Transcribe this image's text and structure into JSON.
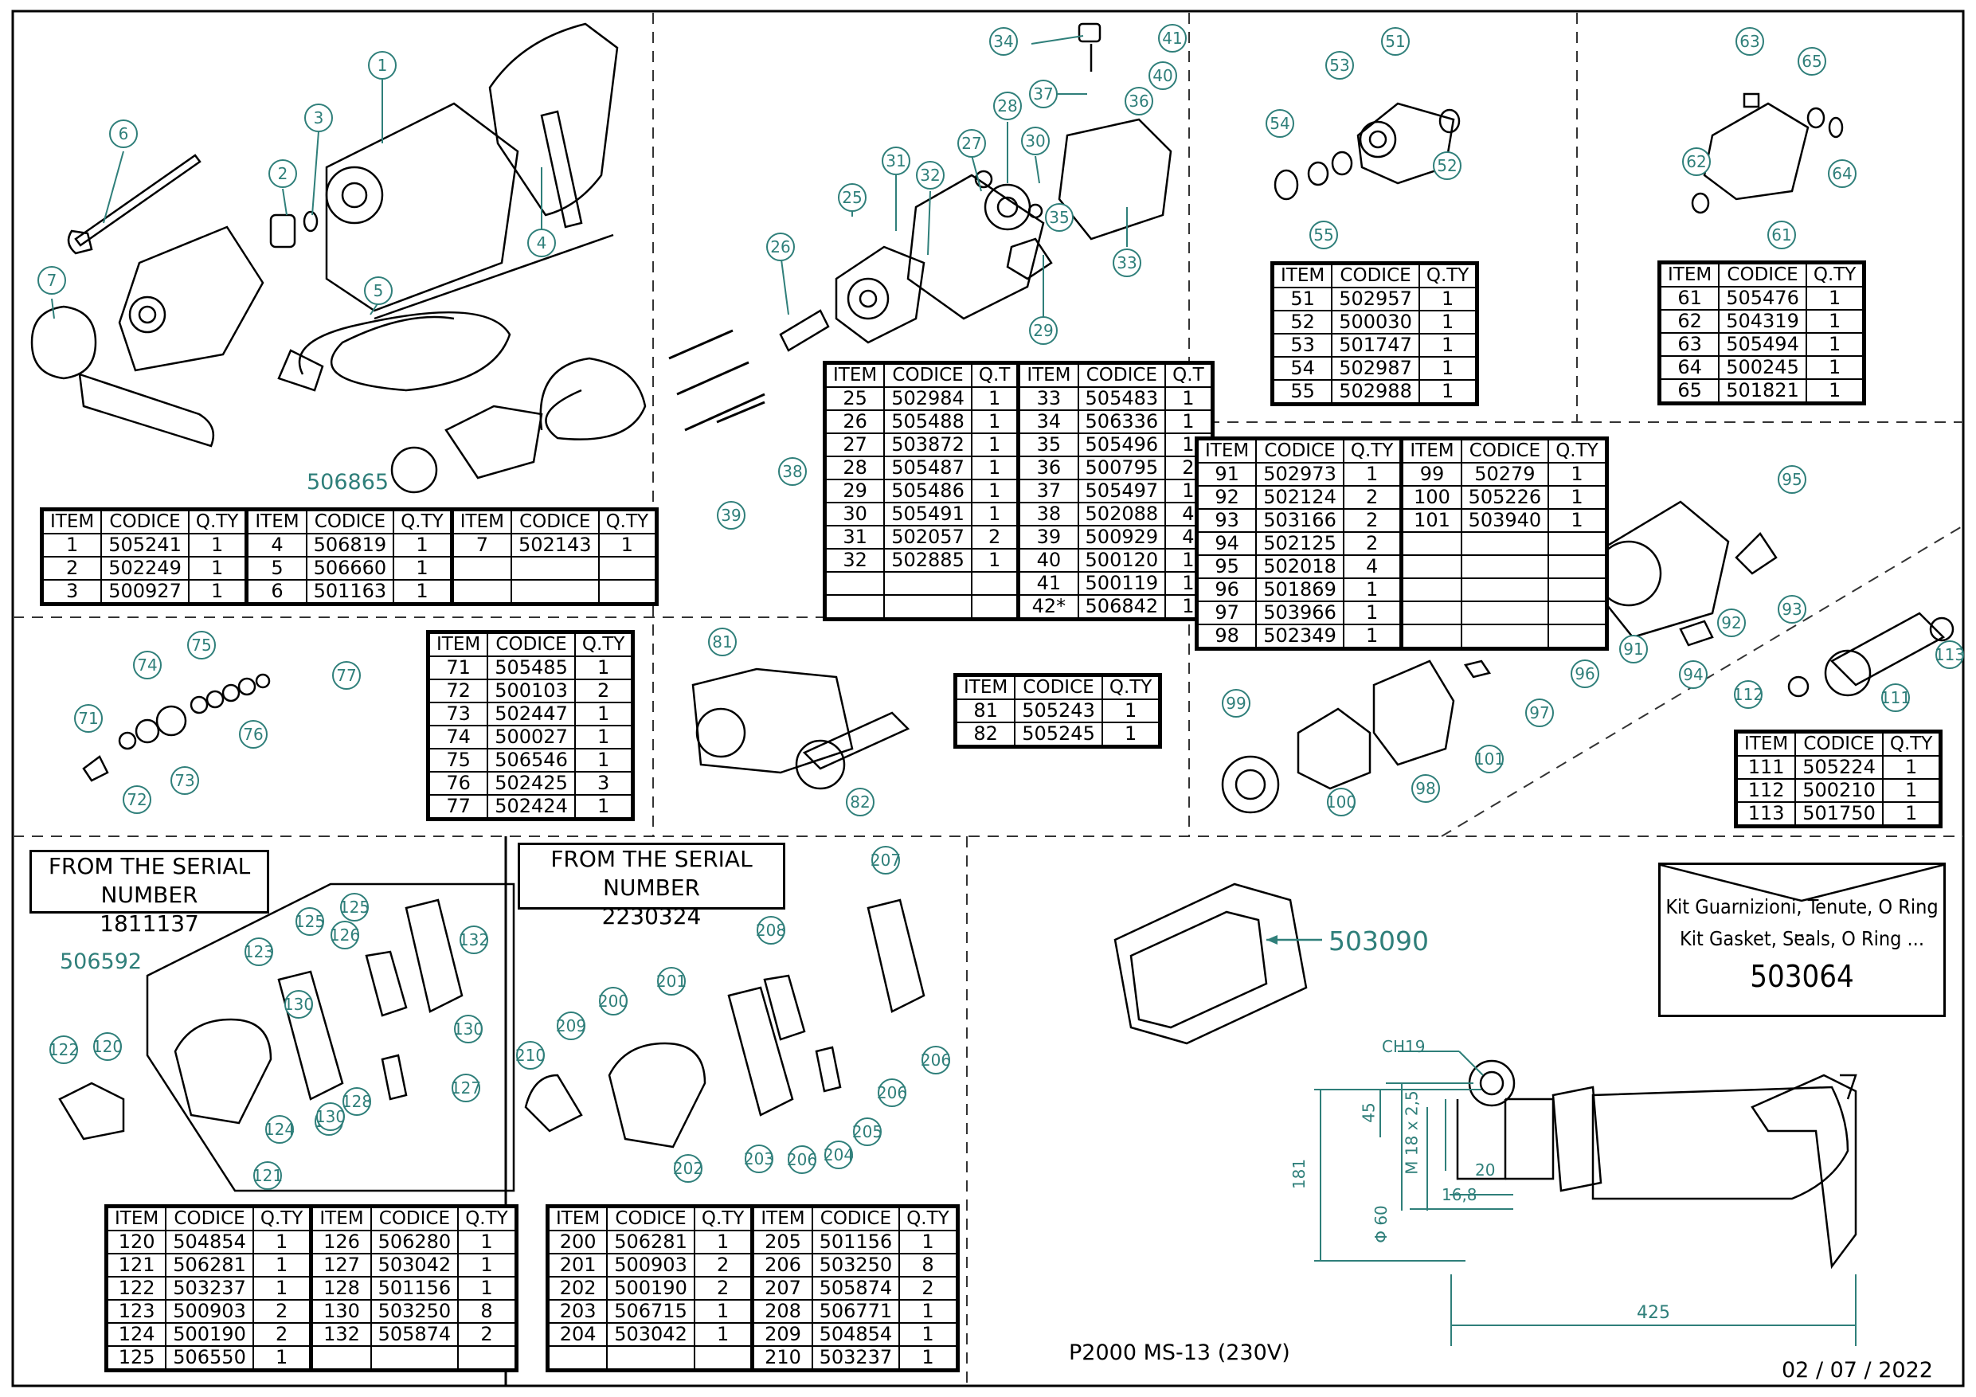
{
  "drawing": {
    "model": "P2000 MS-13 (230V)",
    "date": "02 / 07 / 2022",
    "serial_note_1": {
      "line1": "FROM THE SERIAL NUMBER",
      "line2": "1811137"
    },
    "serial_note_2": {
      "line1": "FROM THE SERIAL NUMBER",
      "line2": "2230324"
    },
    "kit": {
      "line1": "Kit Guarnizioni, Tenute, O Ring ...",
      "line2": "Kit Gasket, Seals, O Ring ...",
      "code": "503064"
    },
    "case_code": "503090",
    "cable_code": "506865",
    "handle_code": "506592",
    "dimensions": {
      "ch": "CH19",
      "h45": "45",
      "h181": "181",
      "m18": "M 18 x 2,5",
      "phi60": "Φ 60",
      "w16_8": "16,8",
      "w20": "20",
      "w425": "425"
    }
  },
  "headers": {
    "item": "ITEM",
    "code": "CODICE",
    "qty": "Q.TY",
    "qty_short": "Q.T"
  },
  "tables": {
    "t1": [
      [
        "1",
        "505241",
        "1",
        "4",
        "506819",
        "1",
        "7",
        "502143",
        "1"
      ],
      [
        "2",
        "502249",
        "1",
        "5",
        "506660",
        "1",
        "",
        "",
        ""
      ],
      [
        "3",
        "500927",
        "1",
        "6",
        "501163",
        "1",
        "",
        "",
        ""
      ]
    ],
    "t2": [
      [
        "25",
        "502984",
        "1",
        "33",
        "505483",
        "1"
      ],
      [
        "26",
        "505488",
        "1",
        "34",
        "506336",
        "1"
      ],
      [
        "27",
        "503872",
        "1",
        "35",
        "505496",
        "1"
      ],
      [
        "28",
        "505487",
        "1",
        "36",
        "500795",
        "2"
      ],
      [
        "29",
        "505486",
        "1",
        "37",
        "505497",
        "1"
      ],
      [
        "30",
        "505491",
        "1",
        "38",
        "502088",
        "4"
      ],
      [
        "31",
        "502057",
        "2",
        "39",
        "500929",
        "4"
      ],
      [
        "32",
        "502885",
        "1",
        "40",
        "500120",
        "1"
      ],
      [
        "",
        "",
        "",
        "41",
        "500119",
        "1"
      ],
      [
        "",
        "",
        "",
        "42*",
        "506842",
        "1"
      ]
    ],
    "t3": [
      [
        "51",
        "502957",
        "1"
      ],
      [
        "52",
        "500030",
        "1"
      ],
      [
        "53",
        "501747",
        "1"
      ],
      [
        "54",
        "502987",
        "1"
      ],
      [
        "55",
        "502988",
        "1"
      ]
    ],
    "t4": [
      [
        "61",
        "505476",
        "1"
      ],
      [
        "62",
        "504319",
        "1"
      ],
      [
        "63",
        "505494",
        "1"
      ],
      [
        "64",
        "500245",
        "1"
      ],
      [
        "65",
        "501821",
        "1"
      ]
    ],
    "t5": [
      [
        "71",
        "505485",
        "1"
      ],
      [
        "72",
        "500103",
        "2"
      ],
      [
        "73",
        "502447",
        "1"
      ],
      [
        "74",
        "500027",
        "1"
      ],
      [
        "75",
        "506546",
        "1"
      ],
      [
        "76",
        "502425",
        "3"
      ],
      [
        "77",
        "502424",
        "1"
      ]
    ],
    "t6": [
      [
        "81",
        "505243",
        "1"
      ],
      [
        "82",
        "505245",
        "1"
      ]
    ],
    "t7": [
      [
        "91",
        "502973",
        "1",
        "99",
        "50279",
        "1"
      ],
      [
        "92",
        "502124",
        "2",
        "100",
        "505226",
        "1"
      ],
      [
        "93",
        "503166",
        "2",
        "101",
        "503940",
        "1"
      ],
      [
        "94",
        "502125",
        "2",
        "",
        "",
        ""
      ],
      [
        "95",
        "502018",
        "4",
        "",
        "",
        ""
      ],
      [
        "96",
        "501869",
        "1",
        "",
        "",
        ""
      ],
      [
        "97",
        "503966",
        "1",
        "",
        "",
        ""
      ],
      [
        "98",
        "502349",
        "1",
        "",
        "",
        ""
      ]
    ],
    "t8": [
      [
        "111",
        "505224",
        "1"
      ],
      [
        "112",
        "500210",
        "1"
      ],
      [
        "113",
        "501750",
        "1"
      ]
    ],
    "t9": [
      [
        "120",
        "504854",
        "1",
        "126",
        "506280",
        "1"
      ],
      [
        "121",
        "506281",
        "1",
        "127",
        "503042",
        "1"
      ],
      [
        "122",
        "503237",
        "1",
        "128",
        "501156",
        "1"
      ],
      [
        "123",
        "500903",
        "2",
        "130",
        "503250",
        "8"
      ],
      [
        "124",
        "500190",
        "2",
        "132",
        "505874",
        "2"
      ],
      [
        "125",
        "506550",
        "1",
        "",
        "",
        ""
      ]
    ],
    "t10": [
      [
        "200",
        "506281",
        "1",
        "205",
        "501156",
        "1"
      ],
      [
        "201",
        "500903",
        "2",
        "206",
        "503250",
        "8"
      ],
      [
        "202",
        "500190",
        "2",
        "207",
        "505874",
        "2"
      ],
      [
        "203",
        "506715",
        "1",
        "208",
        "506771",
        "1"
      ],
      [
        "204",
        "503042",
        "1",
        "209",
        "504854",
        "1"
      ],
      [
        "",
        "",
        "",
        "210",
        "503237",
        "1"
      ]
    ]
  },
  "callouts": [
    "1",
    "2",
    "3",
    "4",
    "5",
    "6",
    "7",
    "25",
    "26",
    "27",
    "28",
    "29",
    "30",
    "31",
    "32",
    "33",
    "34",
    "35",
    "36",
    "37",
    "38",
    "39",
    "40",
    "41",
    "51",
    "52",
    "53",
    "54",
    "55",
    "61",
    "62",
    "63",
    "64",
    "65",
    "71",
    "72",
    "73",
    "74",
    "75",
    "76",
    "77",
    "81",
    "82",
    "91",
    "92",
    "93",
    "94",
    "95",
    "96",
    "97",
    "98",
    "99",
    "100",
    "101",
    "111",
    "112",
    "113",
    "120",
    "121",
    "122",
    "123",
    "124",
    "125",
    "126",
    "127",
    "128",
    "130",
    "132",
    "200",
    "201",
    "202",
    "203",
    "204",
    "205",
    "206",
    "207",
    "208",
    "209",
    "210"
  ]
}
